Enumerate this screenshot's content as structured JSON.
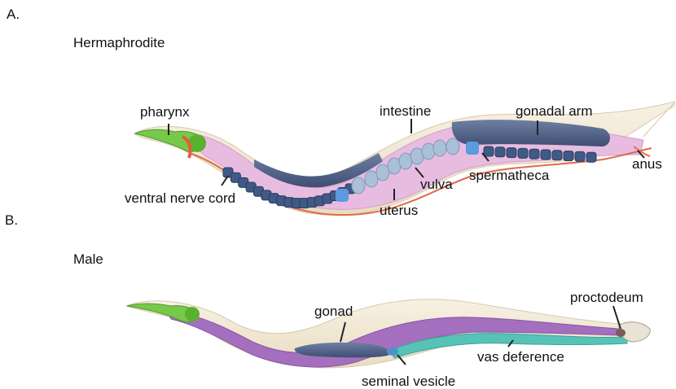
{
  "panels": [
    {
      "letter": "A.",
      "title": "Hermaphrodite",
      "labels": {
        "pharynx": "pharynx",
        "intestine": "intestine",
        "gonadal_arm": "gonadal arm",
        "anus": "anus",
        "ventral_nerve_cord": "ventral nerve cord",
        "vulva": "vulva",
        "spermatheca": "spermatheca",
        "uterus": "uterus"
      }
    },
    {
      "letter": "B.",
      "title": "Male",
      "labels": {
        "gonad": "gonad",
        "proctodeum": "proctodeum",
        "vas_deference": "vas deference",
        "seminal_vesicle": "seminal vesicle"
      }
    }
  ],
  "colors": {
    "body": "#f3ead6",
    "intestine": "#e7b8dd",
    "pharynx": "#6cc83c",
    "gonad": "#4b5e84",
    "egg": "#8ca7c7",
    "nerve": "#e06a4a",
    "male_purple": "#9b63b6",
    "vas": "#52c0b3"
  }
}
